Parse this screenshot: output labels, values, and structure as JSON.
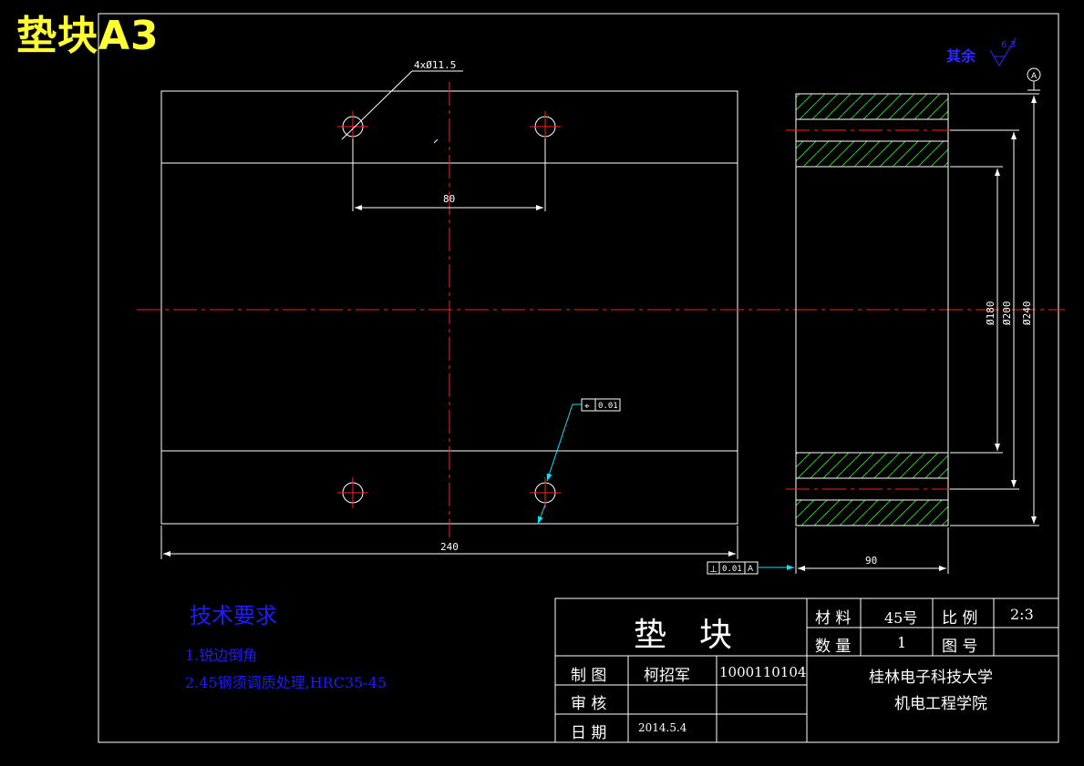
{
  "sheet_title": "垫块A3",
  "surface_note": {
    "label": "其余",
    "roughness": "6.3"
  },
  "dimensions": {
    "holes": "4xØ11.5",
    "hole_spacing": "80",
    "width": "240",
    "thickness": "90",
    "bore_inner": "Ø180",
    "bore_mid": "Ø200",
    "bore_outer": "Ø240"
  },
  "tolerances": {
    "position": {
      "symbol": "⌖",
      "value": "0.01"
    },
    "perpendicularity": {
      "symbol": "⊥",
      "value": "0.01",
      "datum": "A"
    },
    "datum_label": "A"
  },
  "tech_requirements": {
    "title": "技术要求",
    "items": [
      "1.锐边倒角",
      "2.45钢须调质处理,HRC35-45"
    ]
  },
  "title_block": {
    "part_name": "垫　块",
    "material_label": "材 料",
    "material_value": "45号",
    "scale_label": "比 例",
    "scale_value": "2:3",
    "quantity_label": "数 量",
    "quantity_value": "1",
    "drawing_no_label": "图 号",
    "drawing_no_value": "",
    "drawn_label": "制 图",
    "drawn_by": "柯招军",
    "student_id": "1000110104",
    "checked_label": "审 核",
    "checked_by": "",
    "date_label": "日 期",
    "date_value": "2014.5.4",
    "school": "桂林电子科技大学",
    "department": "机电工程学院"
  },
  "colors": {
    "outline": "#ffffff",
    "centerline": "#ff2020",
    "hatch": "#22cc22",
    "leader": "#00e5ff",
    "title": "#ffff33",
    "notes": "#1c1cff"
  }
}
